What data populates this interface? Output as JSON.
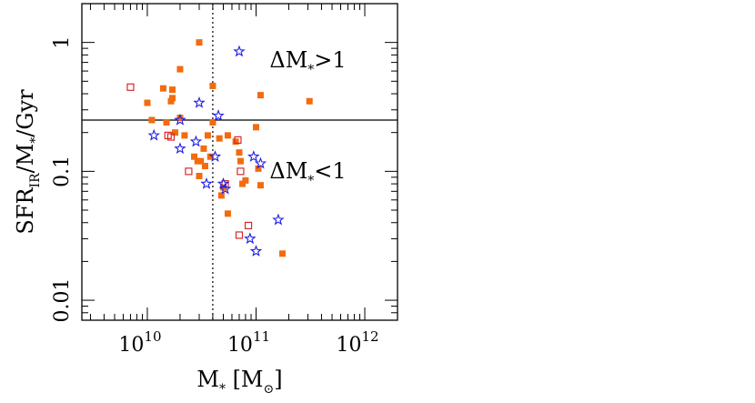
{
  "chart_data": {
    "type": "scatter",
    "x_scale": "log",
    "y_scale": "log",
    "xlim": [
      2500000000,
      2000000000000
    ],
    "ylim": [
      0.007,
      2
    ],
    "x_ticks": [
      {
        "value": 10000000000,
        "base": "10",
        "exp": "10"
      },
      {
        "value": 100000000000,
        "base": "10",
        "exp": "11"
      },
      {
        "value": 1000000000000,
        "base": "10",
        "exp": "12"
      }
    ],
    "y_ticks": [
      {
        "value": 1,
        "label": "1"
      },
      {
        "value": 0.1,
        "label": "0.1"
      },
      {
        "value": 0.01,
        "label": "0.01"
      }
    ],
    "xlabel": {
      "main": "M",
      "sub": "*",
      "unit_open": " [M",
      "unit_sub": "⊙",
      "unit_close": "]"
    },
    "ylabel": {
      "main": "SFR",
      "sub": "IR",
      "rest": "/M",
      "sub2": "*",
      "tail": "/Gyr"
    },
    "hline": {
      "y": 0.25,
      "style": "solid"
    },
    "vline": {
      "x": 40000000000,
      "style": "dotted"
    },
    "annotations": [
      {
        "prefix": "ΔM",
        "sub": "*",
        "suffix": ">1",
        "x": 300000000000,
        "y": 0.64
      },
      {
        "prefix": "ΔM",
        "sub": "*",
        "suffix": "<1",
        "x": 300000000000,
        "y": 0.088
      }
    ],
    "colors": {
      "filled_square": "#f26b0f",
      "open_square": "#d8282c",
      "star": "#1e1ee6"
    },
    "series": [
      {
        "marker": "filled_square",
        "points": [
          [
            30000000000,
            1.0
          ],
          [
            20000000000,
            0.62
          ],
          [
            14000000000,
            0.44
          ],
          [
            17000000000,
            0.43
          ],
          [
            40000000000,
            0.46
          ],
          [
            17000000000,
            0.37
          ],
          [
            16500000000,
            0.35
          ],
          [
            10000000000,
            0.34
          ],
          [
            11000000000,
            0.25
          ],
          [
            15000000000,
            0.24
          ],
          [
            20000000000,
            0.26
          ],
          [
            40000000000,
            0.24
          ],
          [
            110000000000,
            0.39
          ],
          [
            310000000000,
            0.35
          ],
          [
            100000000000,
            0.22
          ],
          [
            18000000000,
            0.2
          ],
          [
            22000000000,
            0.19
          ],
          [
            36000000000,
            0.19
          ],
          [
            46000000000,
            0.18
          ],
          [
            55000000000,
            0.19
          ],
          [
            65000000000,
            0.17
          ],
          [
            33000000000,
            0.15
          ],
          [
            27000000000,
            0.13
          ],
          [
            29000000000,
            0.12
          ],
          [
            31000000000,
            0.12
          ],
          [
            34000000000,
            0.11
          ],
          [
            38000000000,
            0.13
          ],
          [
            70000000000,
            0.14
          ],
          [
            72000000000,
            0.12
          ],
          [
            75000000000,
            0.08
          ],
          [
            80000000000,
            0.085
          ],
          [
            105000000000,
            0.105
          ],
          [
            110000000000,
            0.078
          ],
          [
            30000000000,
            0.092
          ],
          [
            50000000000,
            0.075
          ],
          [
            48000000000,
            0.065
          ],
          [
            55000000000,
            0.047
          ],
          [
            175000000000,
            0.023
          ]
        ]
      },
      {
        "marker": "open_square",
        "points": [
          [
            7000000000,
            0.45
          ],
          [
            15500000000,
            0.19
          ],
          [
            16500000000,
            0.185
          ],
          [
            24000000000,
            0.1
          ],
          [
            52000000000,
            0.08
          ],
          [
            68000000000,
            0.175
          ],
          [
            72000000000,
            0.1
          ],
          [
            85000000000,
            0.038
          ],
          [
            70000000000,
            0.032
          ]
        ]
      },
      {
        "marker": "star",
        "points": [
          [
            70000000000,
            0.85
          ],
          [
            30000000000,
            0.34
          ],
          [
            45000000000,
            0.27
          ],
          [
            20000000000,
            0.25
          ],
          [
            11500000000,
            0.19
          ],
          [
            20000000000,
            0.15
          ],
          [
            28000000000,
            0.17
          ],
          [
            42000000000,
            0.13
          ],
          [
            95000000000,
            0.13
          ],
          [
            110000000000,
            0.115
          ],
          [
            35000000000,
            0.08
          ],
          [
            50000000000,
            0.08
          ],
          [
            52000000000,
            0.073
          ],
          [
            160000000000,
            0.042
          ],
          [
            88000000000,
            0.03
          ],
          [
            100000000000,
            0.024
          ]
        ]
      }
    ]
  }
}
